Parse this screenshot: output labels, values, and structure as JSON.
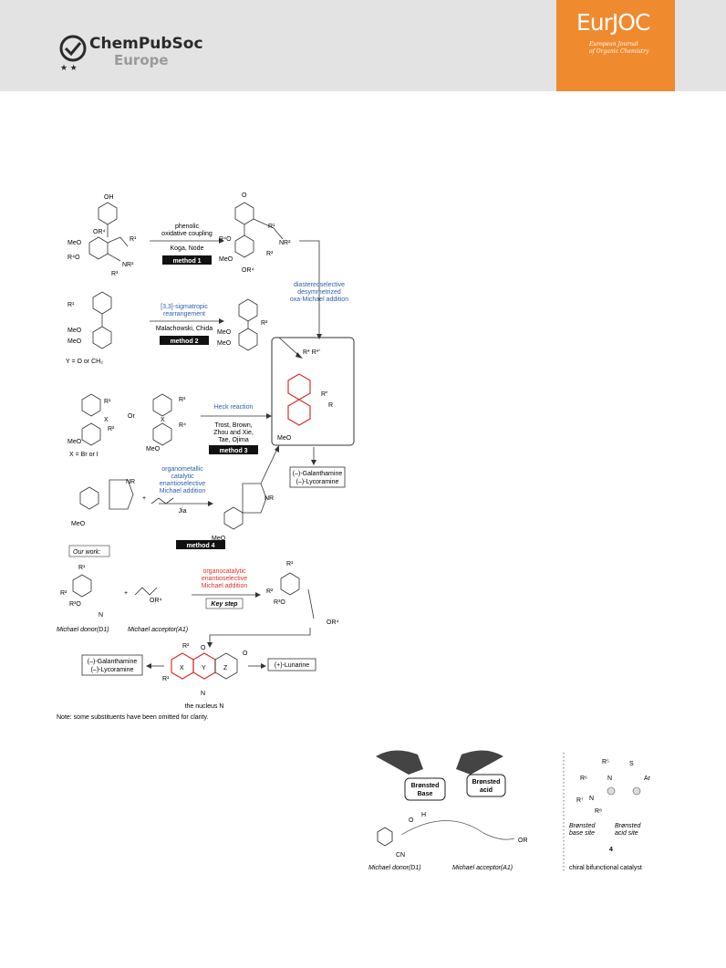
{
  "header": {
    "publisher_name": "ChemPubSoc",
    "publisher_sub": "Europe",
    "journal_logo": "EurJOC",
    "journal_full_1": "European Journal",
    "journal_full_2": "of Organic Chemistry"
  },
  "scheme": {
    "m1_label1": "phenolic",
    "m1_label2": "oxidative coupling",
    "m1_authors": "Koga, Node",
    "m1_tag": "method 1",
    "m2_label1": "[3,3]-sigmatropic",
    "m2_label2": "rearrangement",
    "m2_authors": "Malachowski, Chida",
    "m2_tag": "method 2",
    "m2_y": "Y = O or CH₂",
    "desym1": "diastereoselective",
    "desym2": "desymmetrized",
    "desym3": "oxa-Michael addition",
    "m3_label": "Heck reaction",
    "m3_auth1": "Trost, Brown,",
    "m3_auth2": "Zhou and Xie,",
    "m3_auth3": "Tae, Ojima",
    "m3_tag": "method 3",
    "m3_x": "X = Br or I",
    "m4_l1": "organometallic",
    "m4_l2": "catalytic",
    "m4_l3": "enantioselective",
    "m4_l4": "Michael addition",
    "m4_auth": "Jia",
    "m4_tag": "method 4",
    "prod1": "(–)-Galanthamine",
    "prod2": "(–)-Lycoramine",
    "our_work": "Our work:",
    "ow_l1": "organocatalytic",
    "ow_l2": "enantioselective",
    "ow_l3": "Michael addition",
    "key_step": "Key step",
    "donor": "Michael donor(D1)",
    "acceptor": "Michael acceptor(A1)",
    "final1": "(–)-Galanthamine",
    "final2": "(–)-Lycoramine",
    "lunarine": "(+)-Lunarine",
    "nucleus": "the nucleus N",
    "note": "Note: some substituents have been omitted for clarity.",
    "or": "Or",
    "meo": "MeO"
  },
  "fig2": {
    "base": "Brønsted\nBase",
    "base1": "Brønsted",
    "base2": "Base",
    "acid1": "Brønsted",
    "acid2": "acid",
    "donor": "Michael donor(D1)",
    "acceptor": "Michael acceptor(A1)",
    "base_site1": "Brønsted",
    "base_site2": "base site",
    "acid_site1": "Brønsted",
    "acid_site2": "acid site",
    "cat_num": "4",
    "cat_label": "chiral bifunctional catalyst",
    "cn": "CN",
    "or_group": "OR",
    "ar": "Ar"
  }
}
